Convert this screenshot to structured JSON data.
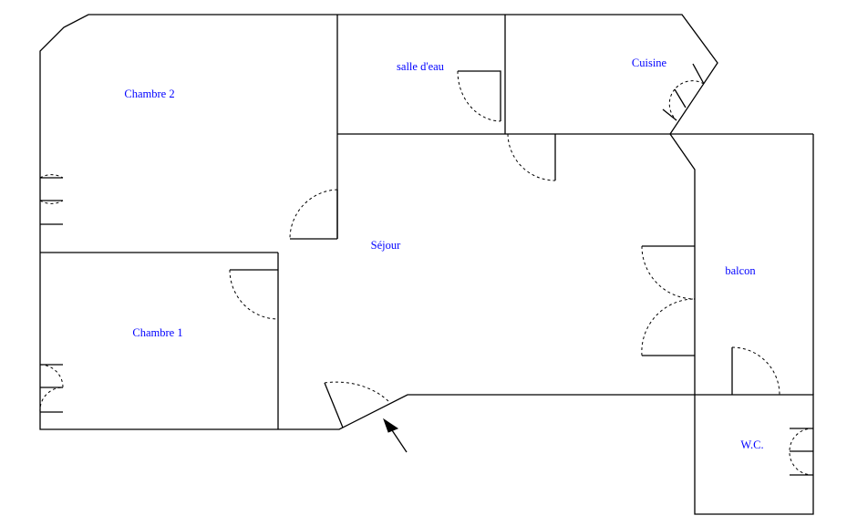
{
  "rooms": {
    "chambre2": "Chambre 2",
    "salle_deau": "salle d'eau",
    "cuisine": "Cuisine",
    "sejour": "Séjour",
    "balcon": "balcon",
    "chambre1": "Chambre 1",
    "wc": "W.C."
  },
  "colors": {
    "label": "#0000ff",
    "walls": "#000000",
    "background": "#ffffff"
  },
  "icons": {
    "entrance": "entrance-arrow-icon"
  }
}
